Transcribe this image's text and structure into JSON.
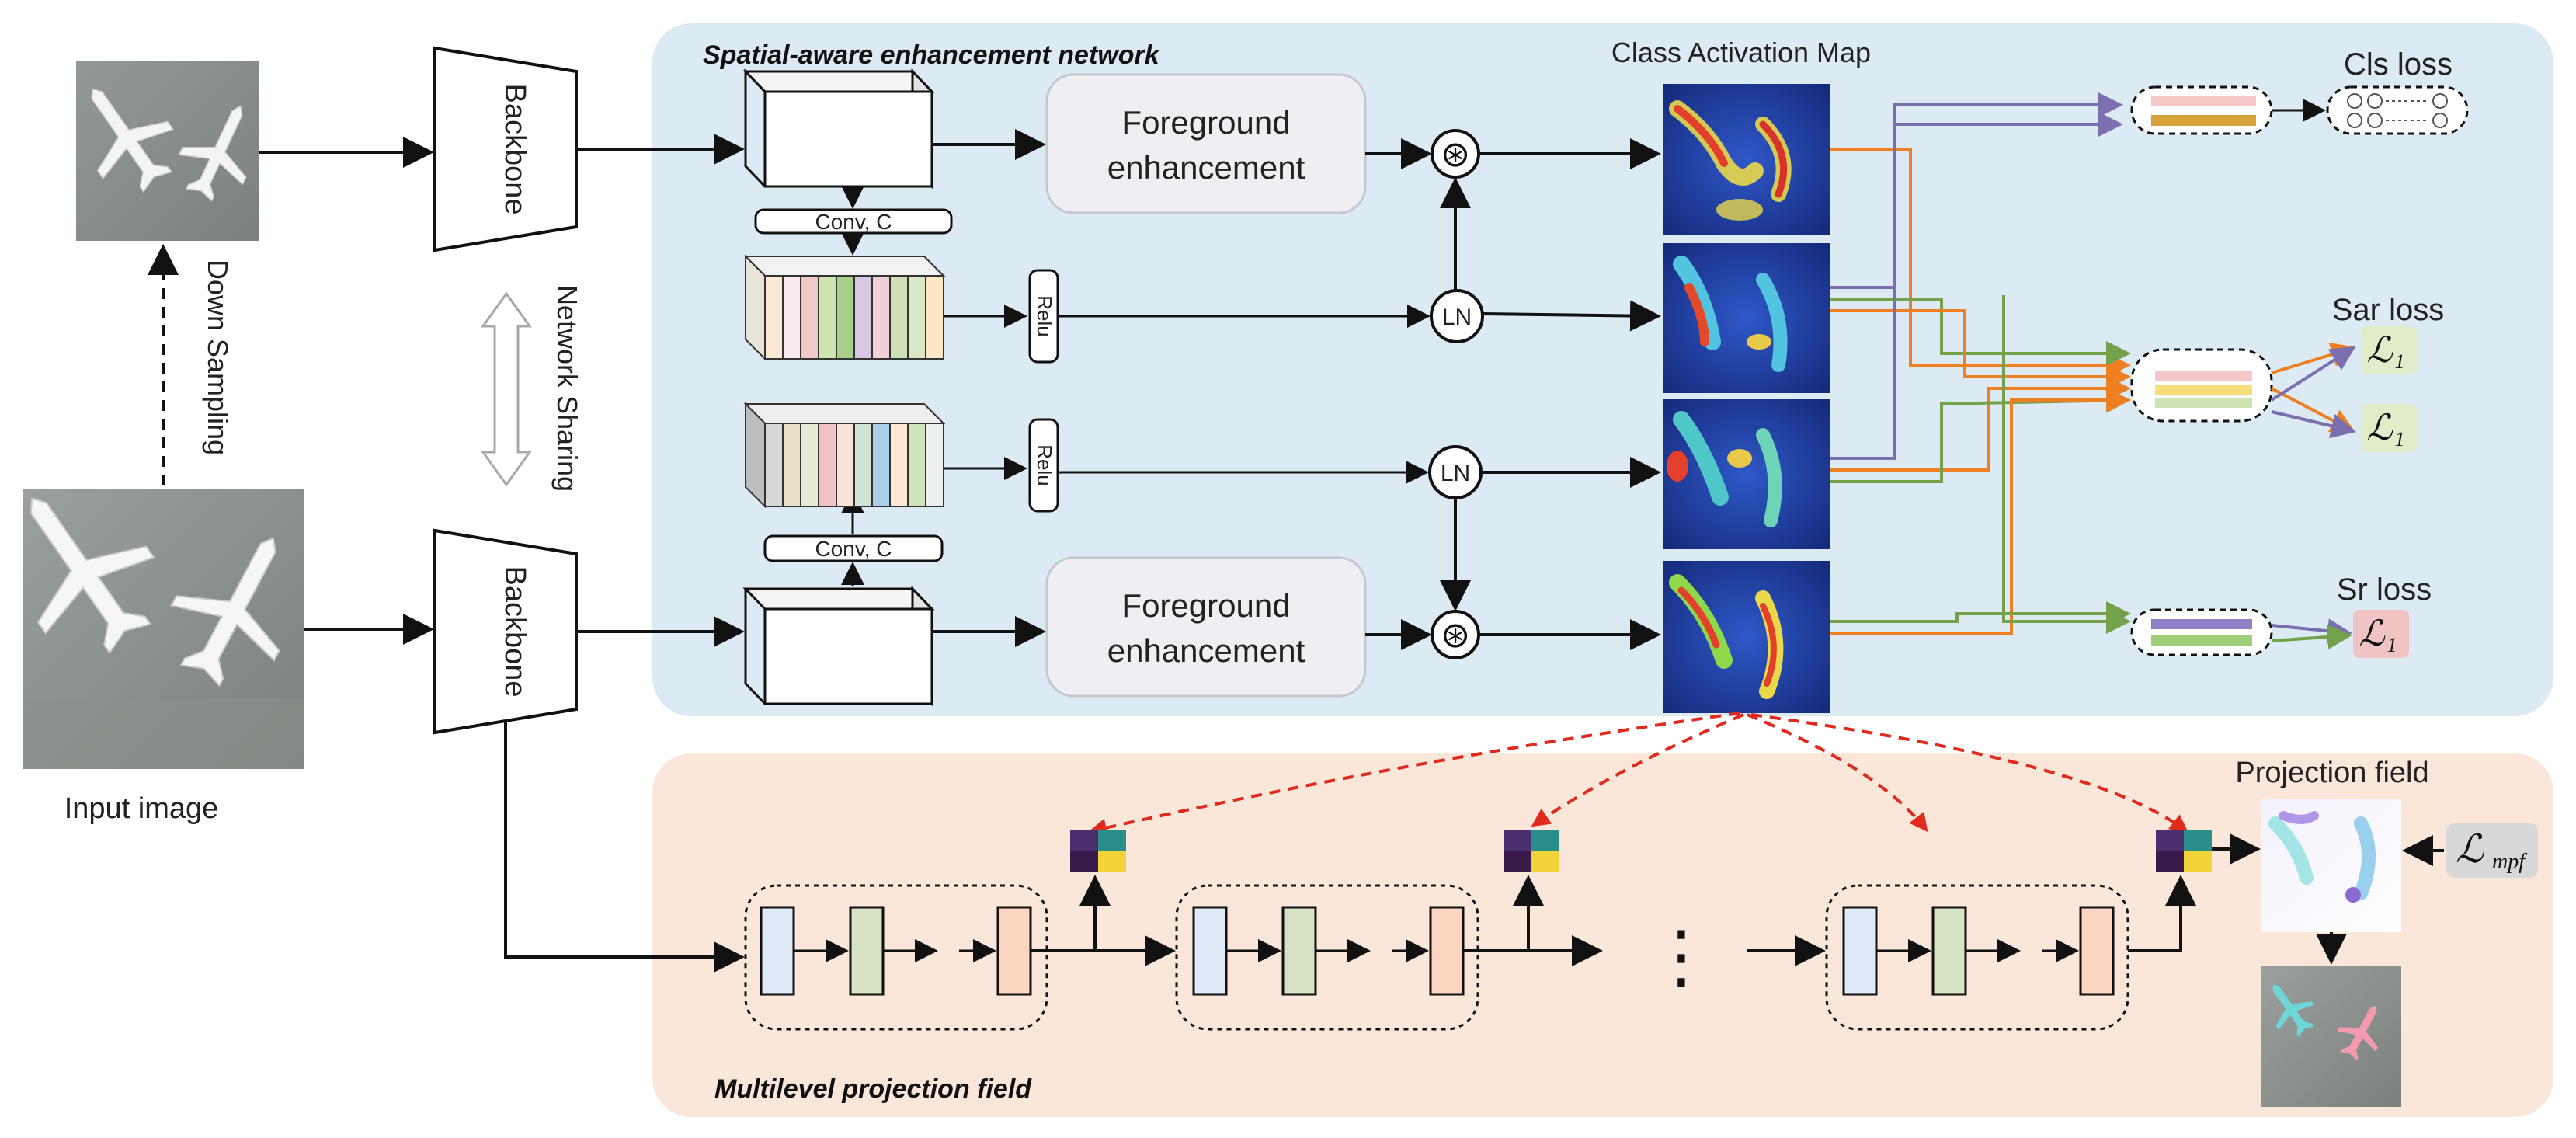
{
  "input": {
    "label": "Input image",
    "down_sampling": "Down Sampling"
  },
  "backbone": {
    "top_label": "Backbone",
    "bottom_label": "Backbone",
    "network_sharing": "Network Sharing"
  },
  "spatial": {
    "title": "Spatial-aware enhancement network",
    "conv_top": "Conv, C",
    "conv_bottom": "Conv, C",
    "relu_top": "Relu",
    "relu_bottom": "Relu",
    "fg_top_line1": "Foreground",
    "fg_top_line2": "enhancement",
    "fg_bottom_line1": "Foreground",
    "fg_bottom_line2": "enhancement",
    "ln_top": "LN",
    "ln_bottom": "LN",
    "mult_symbol": "⊛",
    "cam_title": "Class Activation Map"
  },
  "losses": {
    "cls": "Cls loss",
    "sar": "Sar loss",
    "sr": "Sr loss",
    "l1_script": "ℒ",
    "l1_sub": "1"
  },
  "projection": {
    "title": "Multilevel projection field",
    "field_label": "Projection field",
    "mpf_script": "ℒ",
    "mpf_sub": "mpf",
    "ellipsis": "⋮"
  },
  "colors": {
    "blue_panel": "#dbeaf3",
    "peach_panel": "#fbe6da",
    "orange_line": "#ee7f22",
    "green_line": "#74a24a",
    "purple_line": "#7b6fb0",
    "red_dash": "#e02a1e",
    "cam_blue": "#1f3d9c",
    "loss_green": "#e1ecc9",
    "loss_pink": "#f1c4c4"
  }
}
